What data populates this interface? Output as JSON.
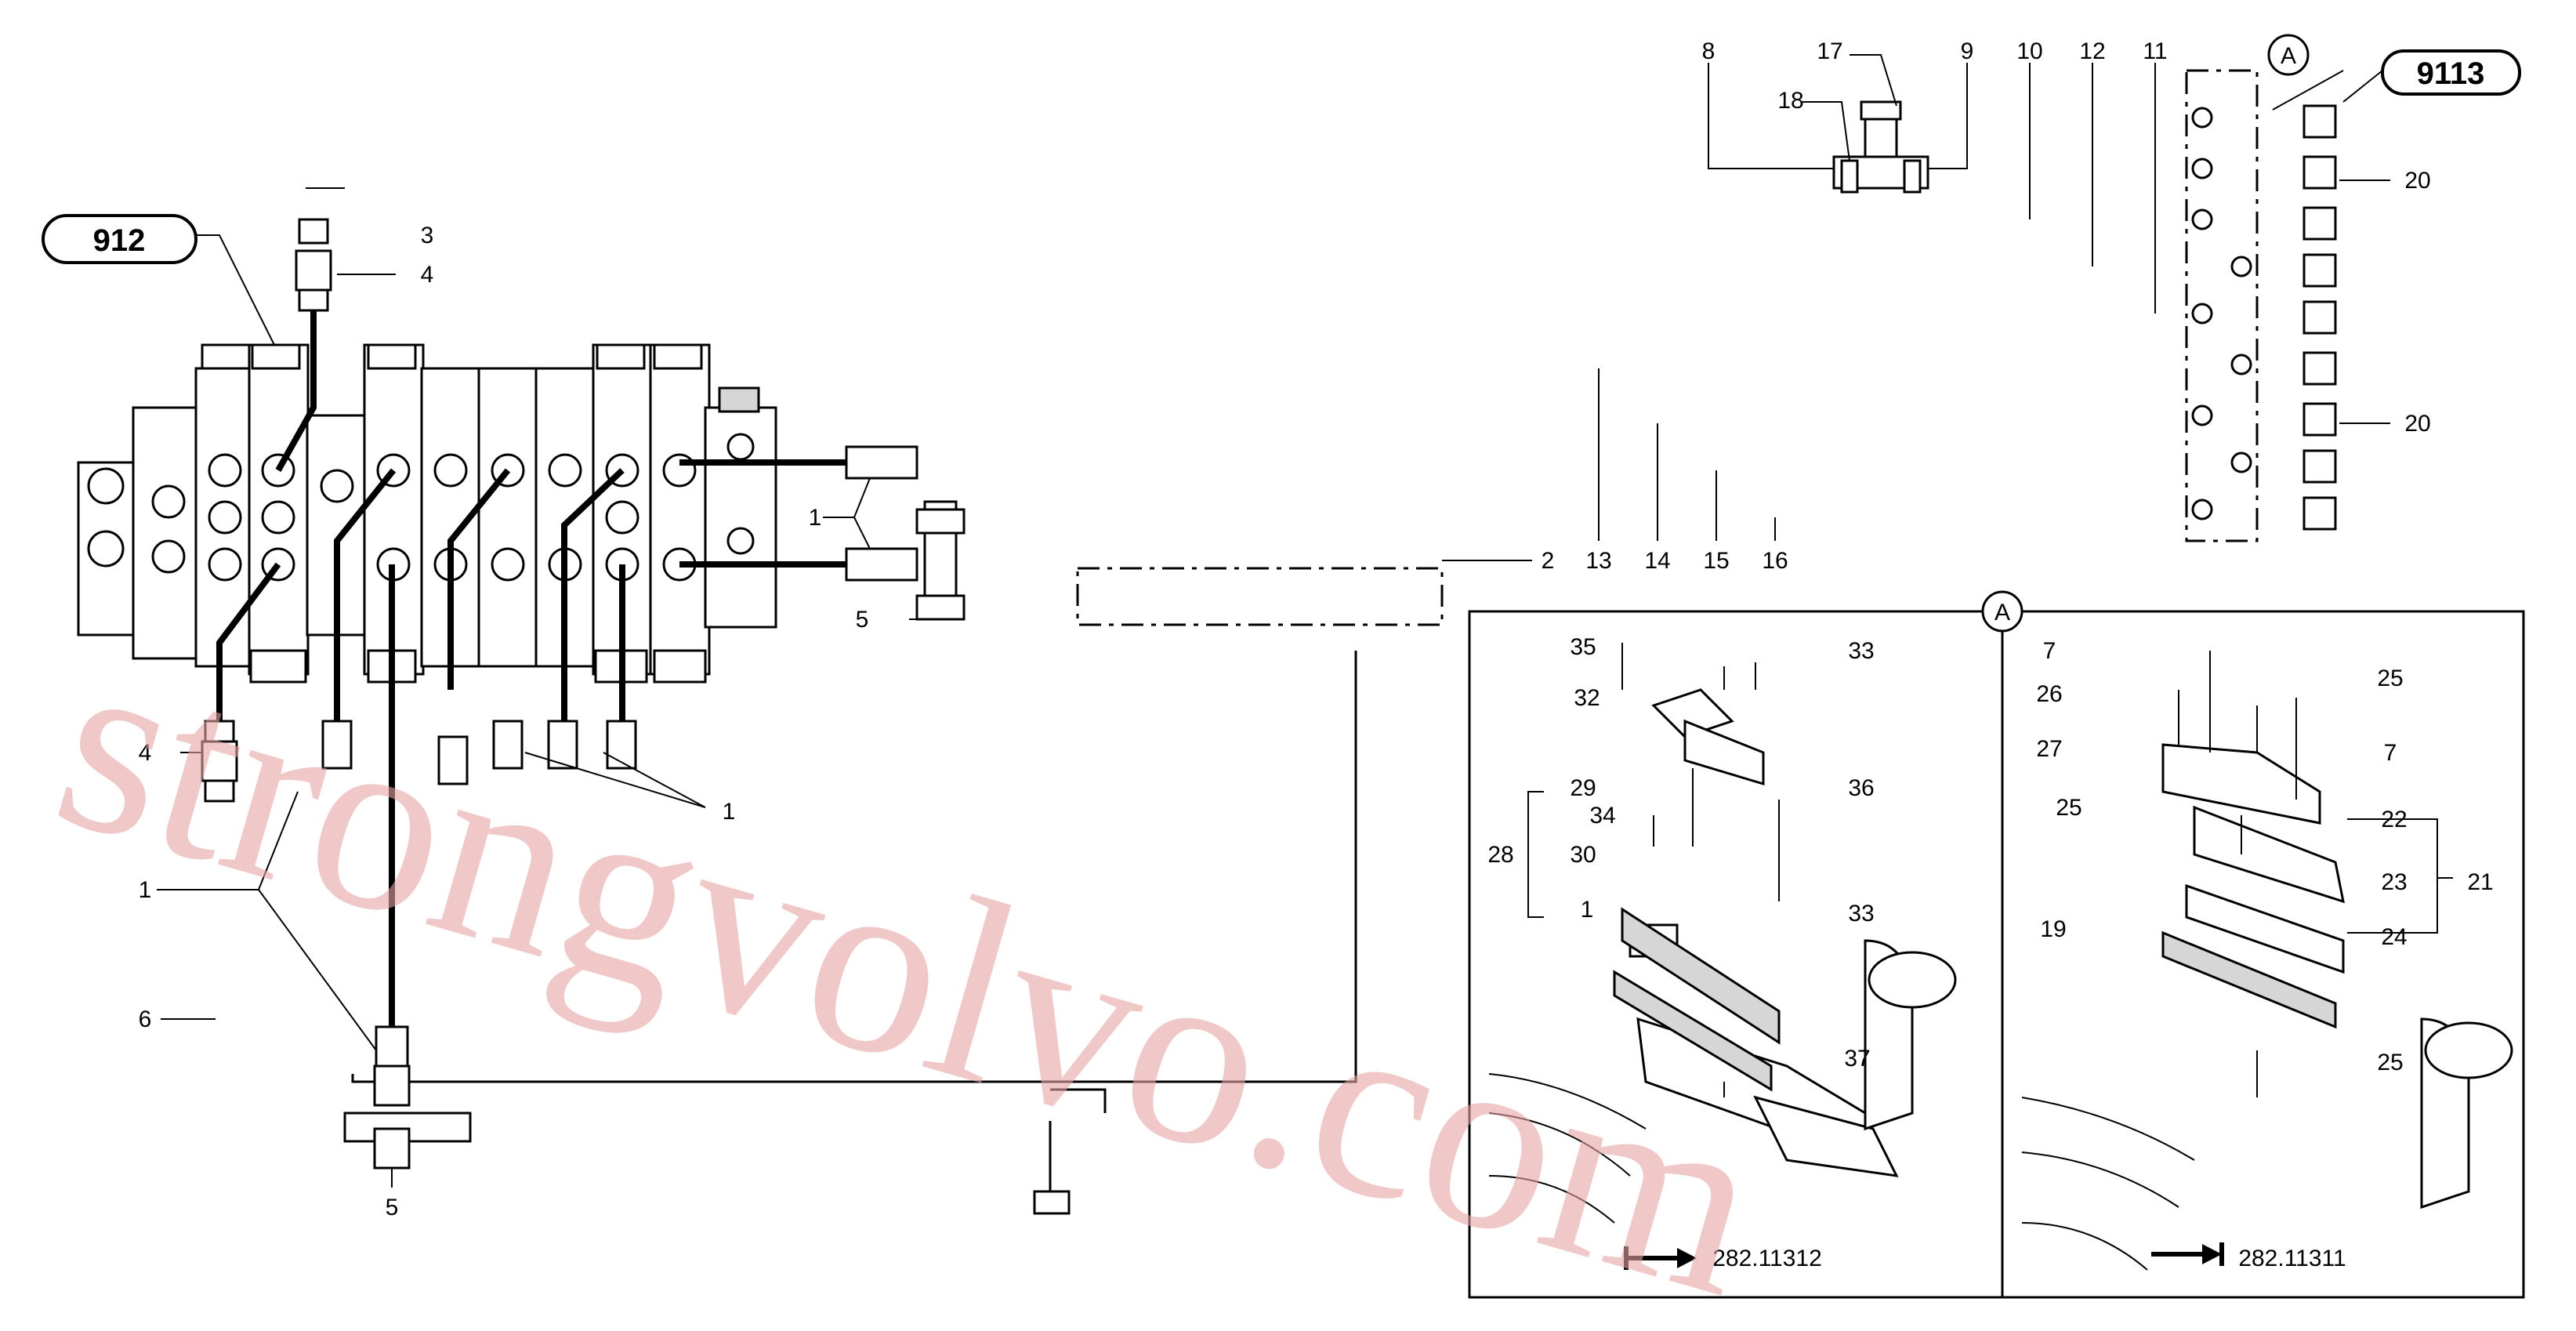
{
  "refs": {
    "left_ref": "912",
    "right_ref": "9113",
    "detail_ref": "A"
  },
  "callouts": {
    "main": {
      "c1_upper": "1",
      "c2": "2",
      "c3": "3",
      "c4_top": "4",
      "c4_low": "4",
      "c5_right": "5",
      "c1_left": "1",
      "c6": "6",
      "c5_bottom": "5",
      "c1_mid": "1",
      "c8": "8",
      "c17": "17",
      "c18": "18",
      "c9": "9",
      "c10": "10",
      "c12": "12",
      "c11": "11",
      "c20_top": "20",
      "c20_mid": "20",
      "c13": "13",
      "c14": "14",
      "c15": "15",
      "c16": "16"
    },
    "detail_left": {
      "c35": "35",
      "c33_top": "33",
      "c32": "32",
      "c29": "29",
      "c36": "36",
      "c34": "34",
      "c28": "28",
      "c30": "30",
      "c1": "1",
      "c33_bot": "33",
      "c37": "37"
    },
    "detail_right": {
      "c7_top": "7",
      "c25_top": "25",
      "c26": "26",
      "c27": "27",
      "c7_right": "7",
      "c25_mid": "25",
      "c22": "22",
      "c23": "23",
      "c21": "21",
      "c19": "19",
      "c24": "24",
      "c25_bot": "25"
    }
  },
  "footnotes": {
    "left": "282.11312",
    "right": "282.11311"
  },
  "watermark": "strongvolvo.com"
}
